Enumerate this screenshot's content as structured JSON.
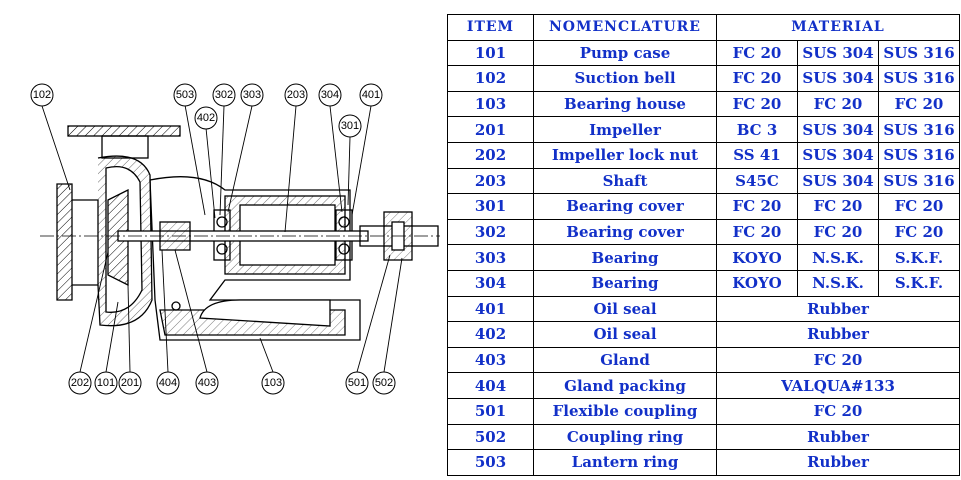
{
  "callouts": [
    "102",
    "503",
    "402",
    "302",
    "303",
    "203",
    "304",
    "401",
    "301",
    "202",
    "101",
    "201",
    "404",
    "403",
    "103",
    "501",
    "502"
  ],
  "table": {
    "headers": {
      "item": "ITEM",
      "nomenclature": "NOMENCLATURE",
      "material": "MATERIAL"
    },
    "rows": [
      {
        "item": "101",
        "name": "Pump case",
        "materials": [
          "FC 20",
          "SUS 304",
          "SUS 316"
        ]
      },
      {
        "item": "102",
        "name": "Suction bell",
        "materials": [
          "FC 20",
          "SUS 304",
          "SUS 316"
        ]
      },
      {
        "item": "103",
        "name": "Bearing house",
        "materials": [
          "FC 20",
          "FC 20",
          "FC 20"
        ]
      },
      {
        "item": "201",
        "name": "Impeller",
        "materials": [
          "BC 3",
          "SUS 304",
          "SUS 316"
        ]
      },
      {
        "item": "202",
        "name": "Impeller lock nut",
        "materials": [
          "SS 41",
          "SUS 304",
          "SUS 316"
        ]
      },
      {
        "item": "203",
        "name": "Shaft",
        "materials": [
          "S45C",
          "SUS 304",
          "SUS 316"
        ]
      },
      {
        "item": "301",
        "name": "Bearing cover",
        "materials": [
          "FC 20",
          "FC 20",
          "FC 20"
        ]
      },
      {
        "item": "302",
        "name": "Bearing cover",
        "materials": [
          "FC 20",
          "FC 20",
          "FC 20"
        ]
      },
      {
        "item": "303",
        "name": "Bearing",
        "materials": [
          "KOYO",
          "N.S.K.",
          "S.K.F."
        ]
      },
      {
        "item": "304",
        "name": "Bearing",
        "materials": [
          "KOYO",
          "N.S.K.",
          "S.K.F."
        ]
      },
      {
        "item": "401",
        "name": "Oil seal",
        "materials": [
          "Rubber"
        ]
      },
      {
        "item": "402",
        "name": "Oil seal",
        "materials": [
          "Rubber"
        ]
      },
      {
        "item": "403",
        "name": "Gland",
        "materials": [
          "FC 20"
        ]
      },
      {
        "item": "404",
        "name": "Gland packing",
        "materials": [
          "VALQUA#133"
        ]
      },
      {
        "item": "501",
        "name": "Flexible coupling",
        "materials": [
          "FC 20"
        ]
      },
      {
        "item": "502",
        "name": "Coupling ring",
        "materials": [
          "Rubber"
        ]
      },
      {
        "item": "503",
        "name": "Lantern ring",
        "materials": [
          "Rubber"
        ]
      }
    ]
  }
}
